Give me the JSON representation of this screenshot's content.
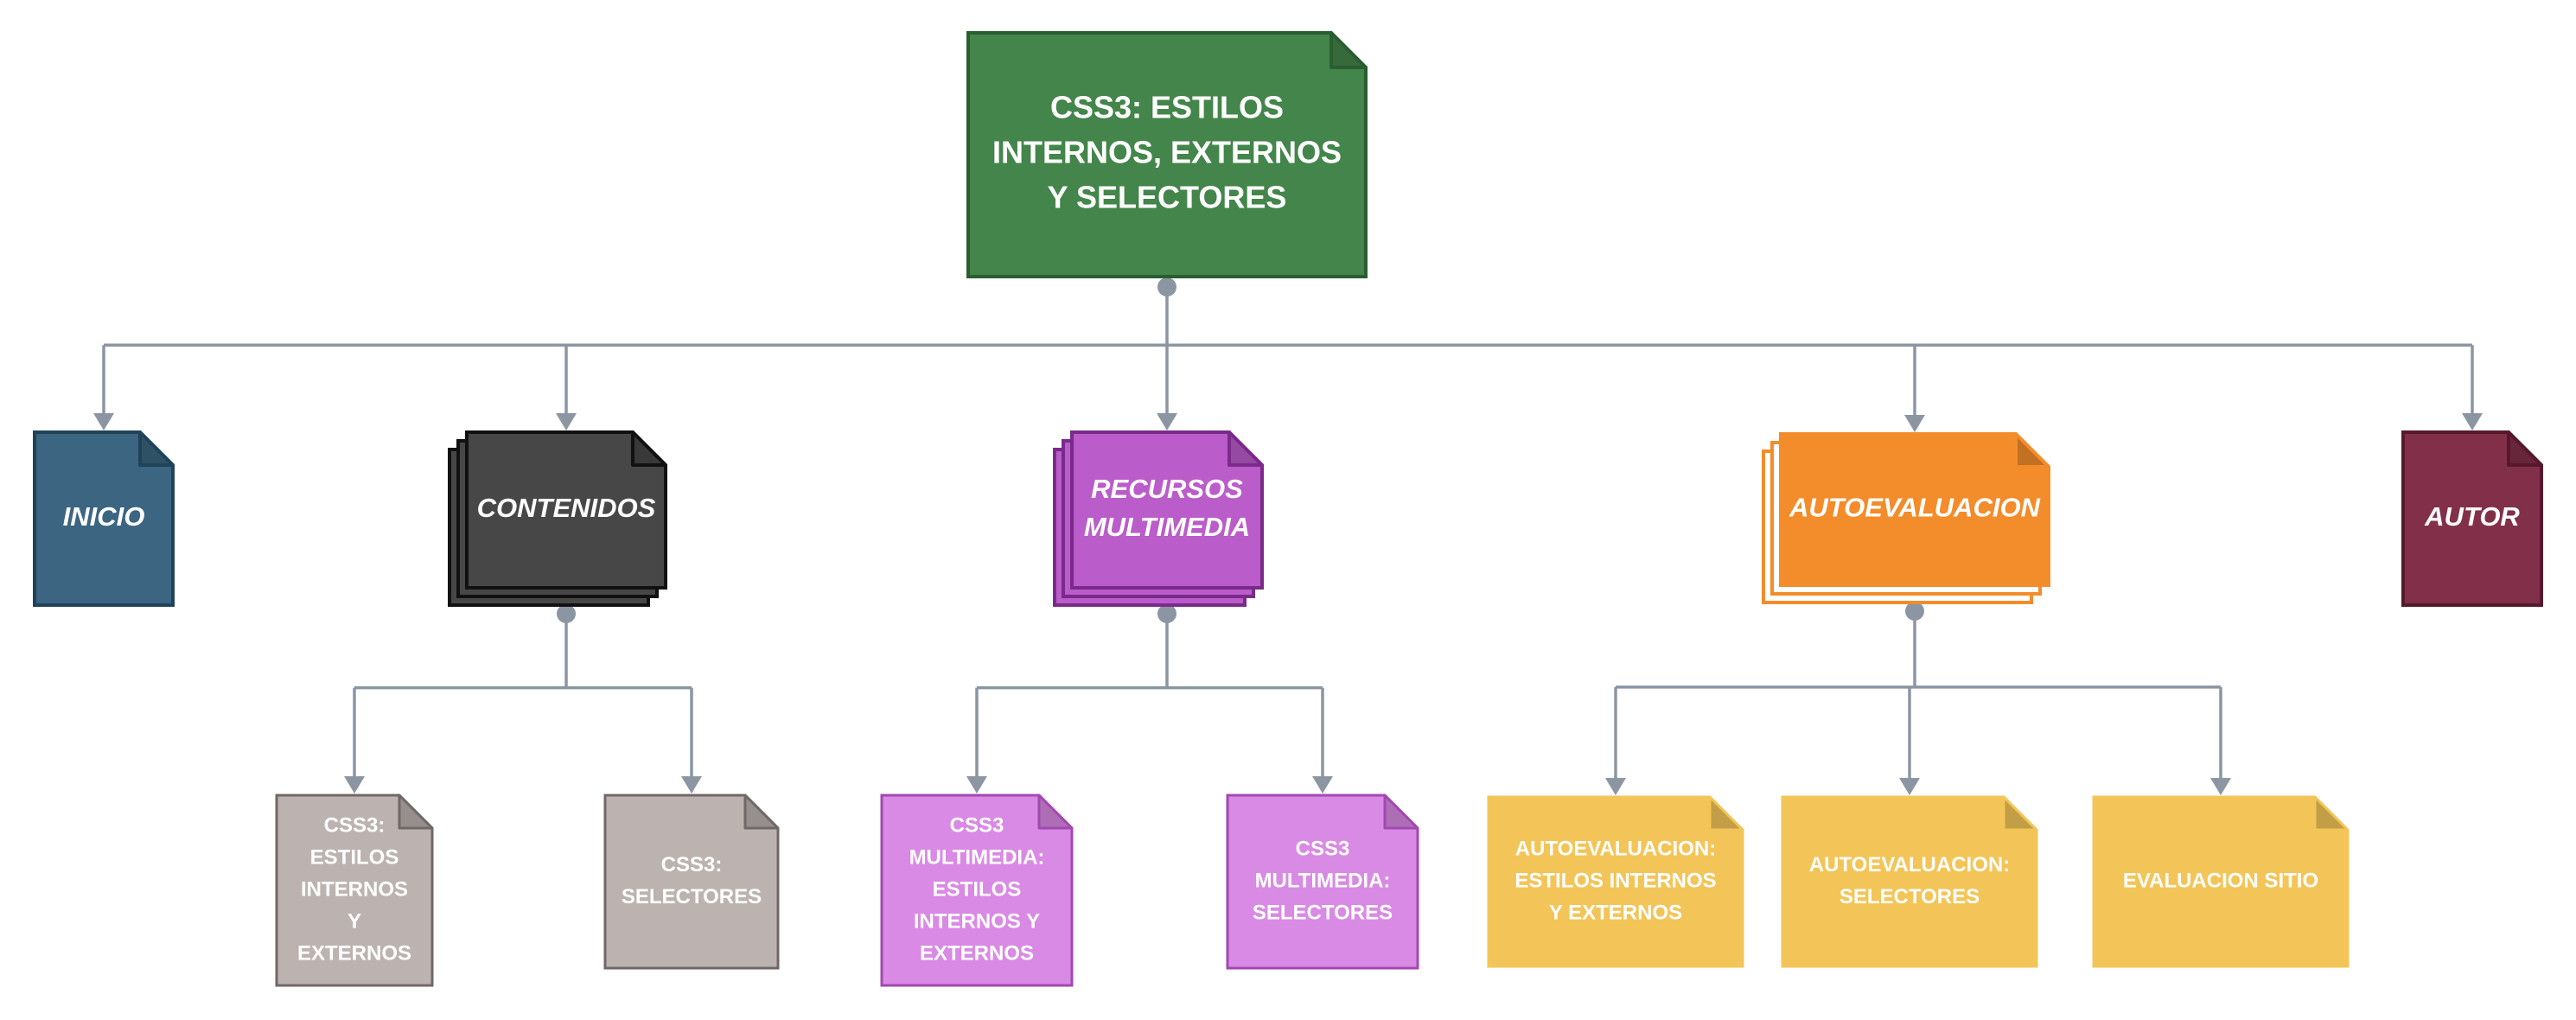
{
  "colors": {
    "root": "#43854a",
    "inicio": "#3b6580",
    "contenidos": "#474747",
    "recursos": "#ba5cc9",
    "autoevaluacion": "#f38c2a",
    "autor": "#82304a",
    "contenidos_child": "#bcb3b1",
    "recursos_child": "#d98ae4",
    "autoevaluacion_child": "#f3c558",
    "connector": "#8c96a3"
  },
  "nodes": [
    {
      "id": "root",
      "name": "root-node-css3-estilos",
      "label": [
        "CSS3: ESTILOS",
        "INTERNOS, EXTERNOS",
        "Y SELECTORES"
      ],
      "color": "root",
      "level": "root"
    },
    {
      "id": "inicio",
      "name": "node-inicio",
      "label": [
        "INICIO"
      ],
      "color": "inicio",
      "level": "l1"
    },
    {
      "id": "contenidos",
      "name": "node-contenidos",
      "label": [
        "CONTENIDOS"
      ],
      "color": "contenidos",
      "level": "l1",
      "stacked": true
    },
    {
      "id": "recursos",
      "name": "node-recursos-multimedia",
      "label": [
        "RECURSOS",
        "MULTIMEDIA"
      ],
      "color": "recursos",
      "level": "l1",
      "stacked": true
    },
    {
      "id": "autoevaluacion",
      "name": "node-autoevaluacion",
      "label": [
        "AUTOEVALUACION"
      ],
      "color": "autoevaluacion",
      "level": "l1",
      "stacked": true
    },
    {
      "id": "autor",
      "name": "node-autor",
      "label": [
        "AUTOR"
      ],
      "color": "autor",
      "level": "l1"
    },
    {
      "id": "c1",
      "name": "node-css3-estilos-internos-externos",
      "label": [
        "CSS3:",
        "ESTILOS",
        "INTERNOS",
        "Y",
        "EXTERNOS"
      ],
      "color": "contenidos_child",
      "level": "l2"
    },
    {
      "id": "c2",
      "name": "node-css3-selectores",
      "label": [
        "CSS3:",
        "SELECTORES"
      ],
      "color": "contenidos_child",
      "level": "l2"
    },
    {
      "id": "r1",
      "name": "node-css3-multimedia-estilos",
      "label": [
        "CSS3",
        "MULTIMEDIA:",
        "ESTILOS",
        "INTERNOS Y",
        "EXTERNOS"
      ],
      "color": "recursos_child",
      "level": "l2"
    },
    {
      "id": "r2",
      "name": "node-css3-multimedia-selectores",
      "label": [
        "CSS3",
        "MULTIMEDIA:",
        "SELECTORES"
      ],
      "color": "recursos_child",
      "level": "l2"
    },
    {
      "id": "a1",
      "name": "node-autoevaluacion-estilos",
      "label": [
        "AUTOEVALUACION:",
        "ESTILOS INTERNOS",
        "Y EXTERNOS"
      ],
      "color": "autoevaluacion_child",
      "level": "l2"
    },
    {
      "id": "a2",
      "name": "node-autoevaluacion-selectores",
      "label": [
        "AUTOEVALUACION:",
        "SELECTORES"
      ],
      "color": "autoevaluacion_child",
      "level": "l2"
    },
    {
      "id": "a3",
      "name": "node-evaluacion-sitio",
      "label": [
        "EVALUACION SITIO"
      ],
      "color": "autoevaluacion_child",
      "level": "l2"
    }
  ],
  "edges": [
    {
      "from": "root",
      "to": "inicio"
    },
    {
      "from": "root",
      "to": "contenidos"
    },
    {
      "from": "root",
      "to": "recursos"
    },
    {
      "from": "root",
      "to": "autoevaluacion"
    },
    {
      "from": "root",
      "to": "autor"
    },
    {
      "from": "contenidos",
      "to": "c1"
    },
    {
      "from": "contenidos",
      "to": "c2"
    },
    {
      "from": "recursos",
      "to": "r1"
    },
    {
      "from": "recursos",
      "to": "r2"
    },
    {
      "from": "autoevaluacion",
      "to": "a1"
    },
    {
      "from": "autoevaluacion",
      "to": "a2"
    },
    {
      "from": "autoevaluacion",
      "to": "a3"
    }
  ]
}
